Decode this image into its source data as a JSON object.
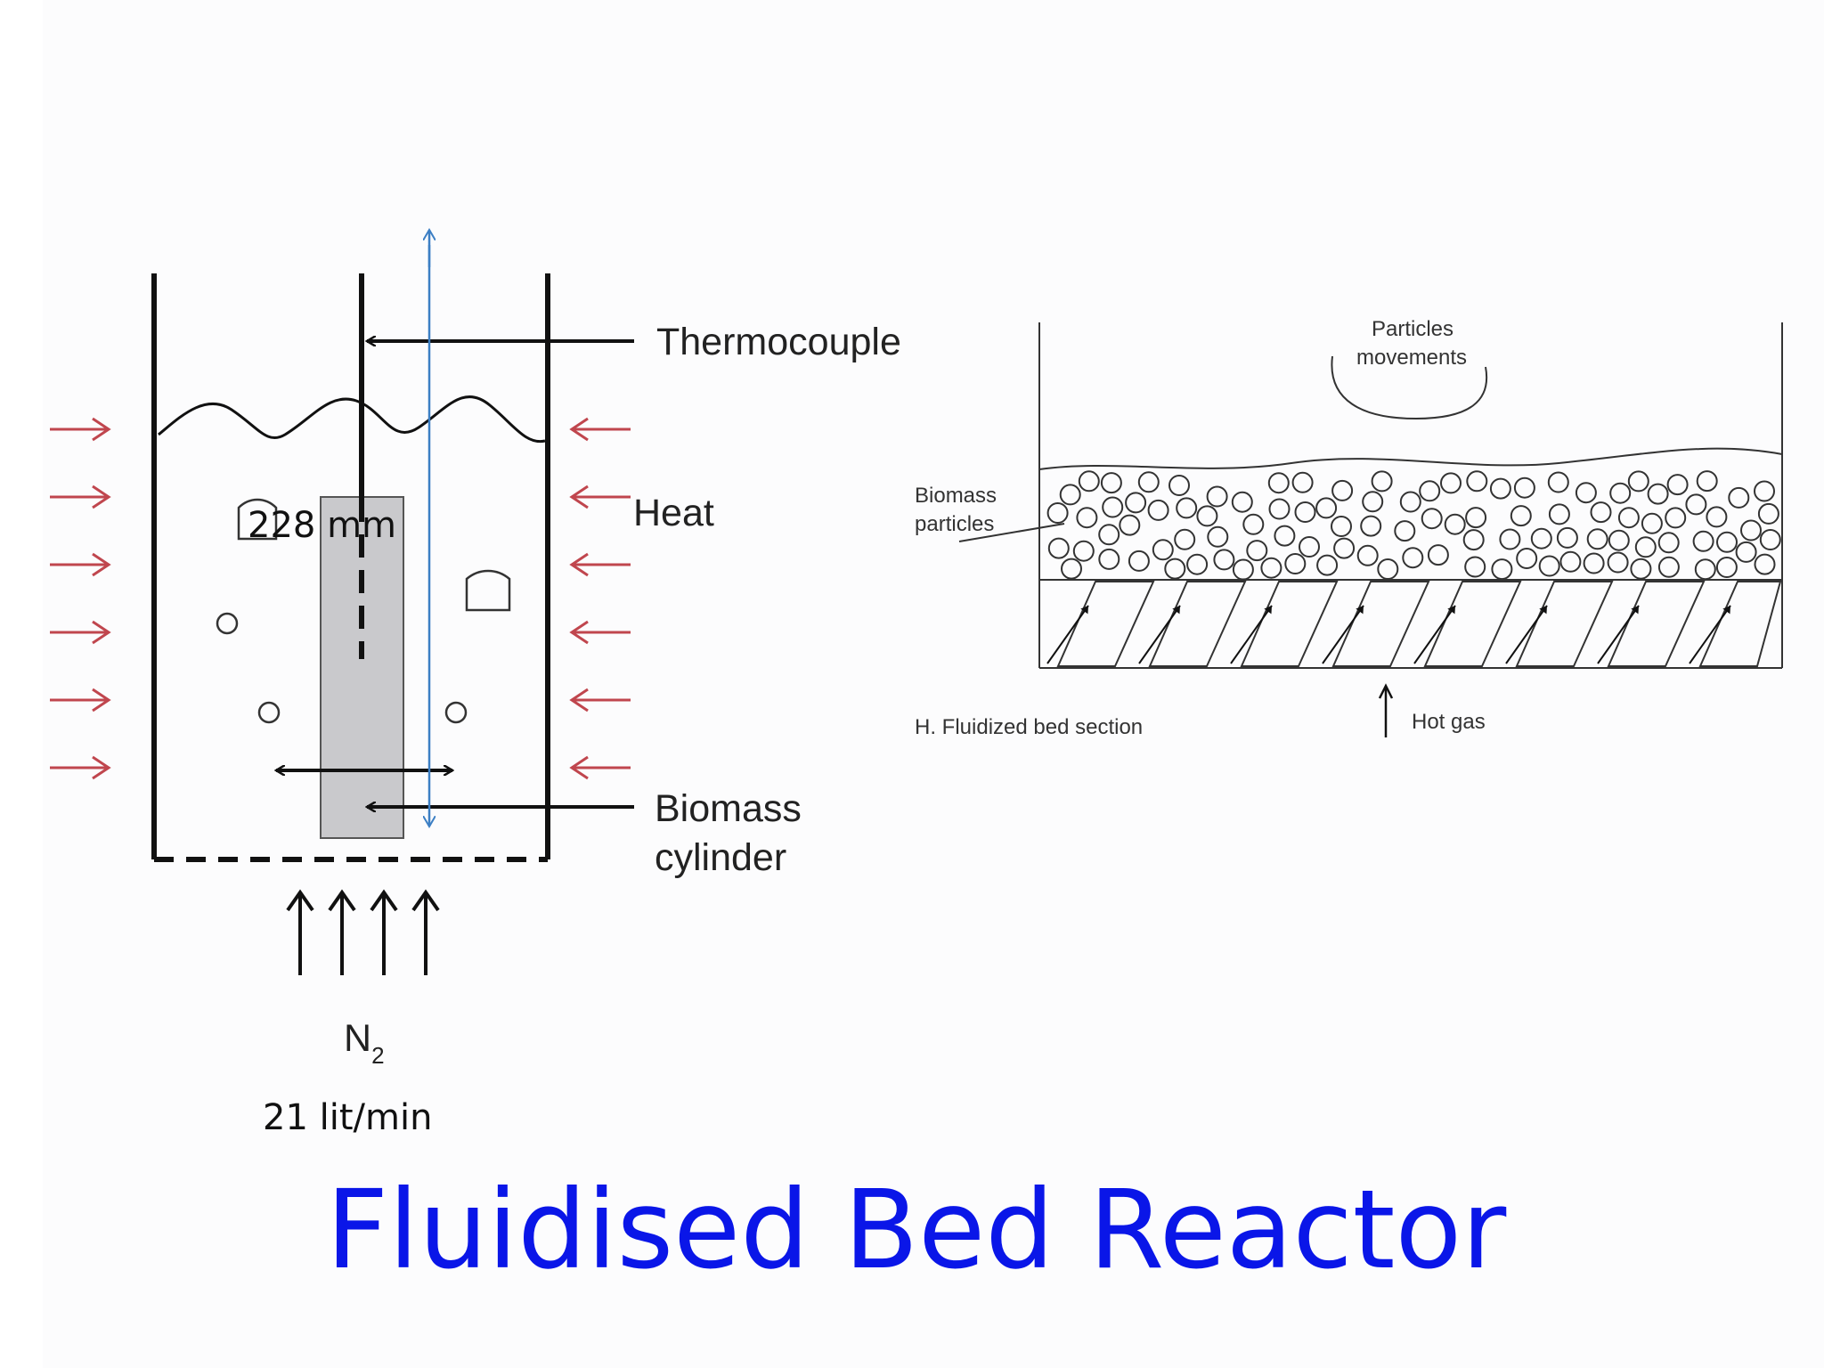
{
  "title": "Fluidised Bed Reactor",
  "left_diagram": {
    "thermocouple_label": "Thermocouple",
    "heat_label": "Heat",
    "biomass_cylinder_label_line1": "Biomass",
    "biomass_cylinder_label_line2": "cylinder",
    "gas_label": "N",
    "gas_subscript": "2",
    "height_annotation": "228 mm",
    "flow_rate": "21 lit/min"
  },
  "right_diagram": {
    "particles_movements_line1": "Particles",
    "particles_movements_line2": "movements",
    "biomass_particles_line1": "Biomass",
    "biomass_particles_line2": "particles",
    "section_label": "H. Fluidized bed section",
    "hot_gas_label": "Hot gas"
  },
  "colors": {
    "title": "#0a16e8",
    "heat_arrows": "#c0464e",
    "dimension_line": "#3c7fc4",
    "cylinder_fill": "#c9c9cc"
  }
}
